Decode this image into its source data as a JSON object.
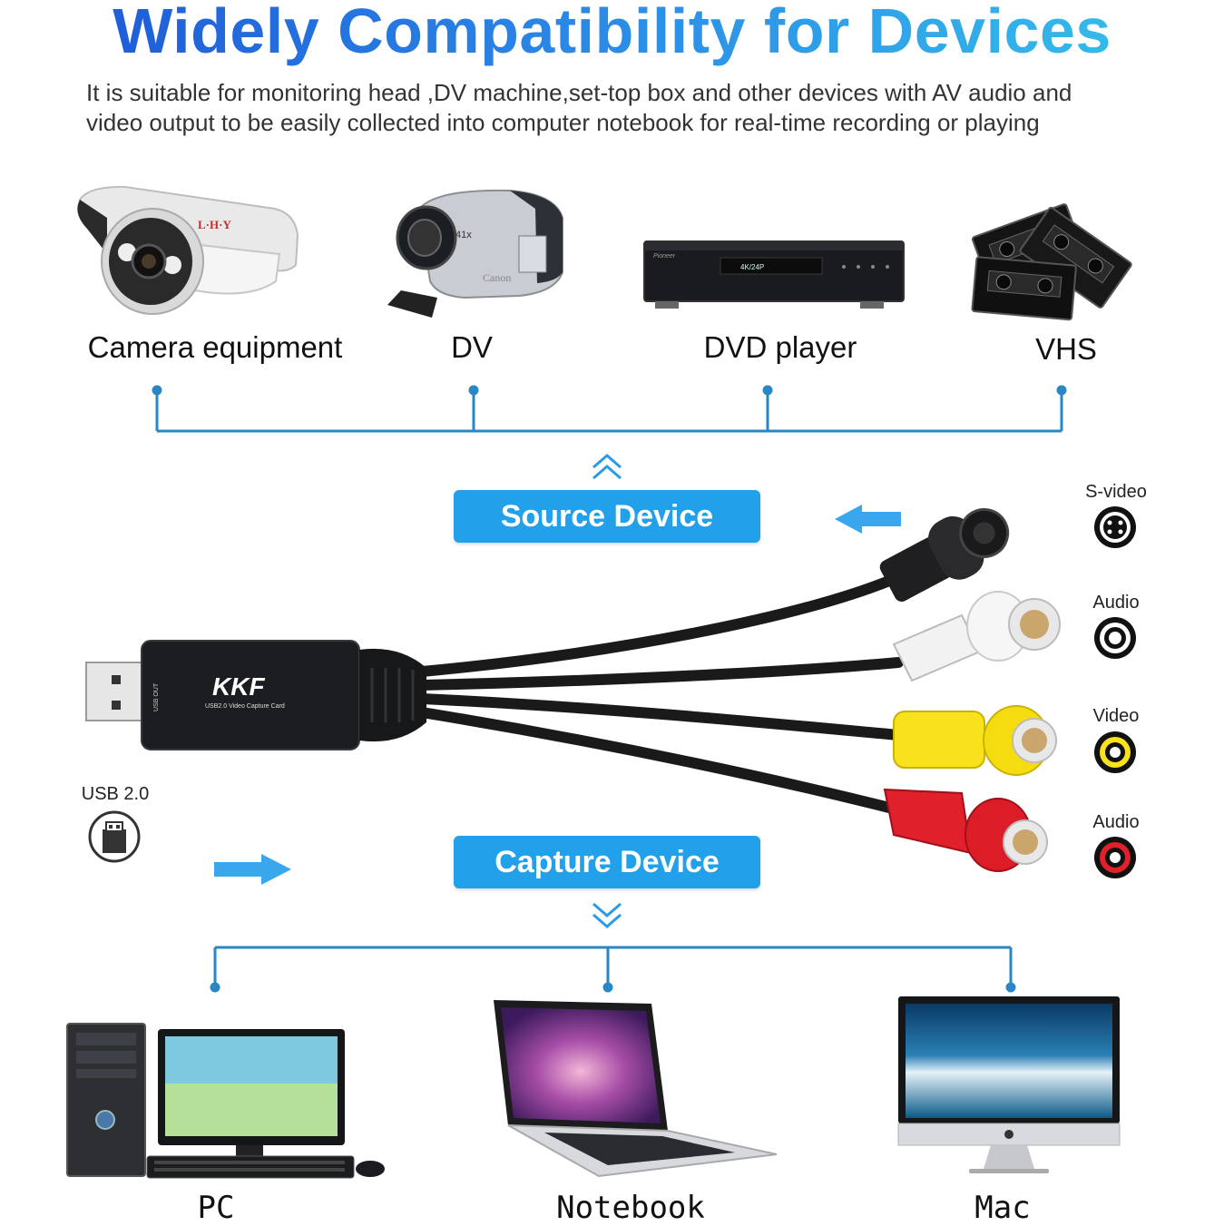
{
  "header": {
    "title": "Widely Compatibility for Devices",
    "subtitle_line1": "It is suitable for monitoring head ,DV machine,set-top box and other devices with AV audio and",
    "subtitle_line2": "video output to be easily collected into computer notebook for real-time recording or playing"
  },
  "source_devices": [
    {
      "label": "Camera equipment",
      "icon": "security-camera-icon"
    },
    {
      "label": "DV",
      "icon": "camcorder-icon"
    },
    {
      "label": "DVD player",
      "icon": "dvd-player-icon"
    },
    {
      "label": "VHS",
      "icon": "vhs-tapes-icon"
    }
  ],
  "buttons": {
    "source": "Source Device",
    "capture": "Capture Device"
  },
  "ports": [
    {
      "label": "S-video",
      "icon": "svideo-port-icon"
    },
    {
      "label": "Audio",
      "icon": "audio-white-port-icon"
    },
    {
      "label": "Video",
      "icon": "video-yellow-port-icon"
    },
    {
      "label": "Audio",
      "icon": "audio-red-port-icon"
    }
  ],
  "usb": {
    "label": "USB 2.0",
    "brand": "KKF",
    "product": "USB2.0 Video Capture Card",
    "side_text": "USB OUT"
  },
  "computers": [
    {
      "label": "PC",
      "icon": "desktop-pc-icon"
    },
    {
      "label": "Notebook",
      "icon": "laptop-icon"
    },
    {
      "label": "Mac",
      "icon": "imac-icon"
    }
  ],
  "device_marks": {
    "camera_brand": "L·H·Y",
    "camcorder_zoom": "41x",
    "camcorder_brand": "Canon",
    "dvd_brand": "Pioneer",
    "dvd_display": "4K/24P"
  },
  "colors": {
    "accent": "#22a0ea",
    "connector_line": "#2a87c6",
    "arrow": "#3aa6ee",
    "rca_white": "#f2f2f2",
    "rca_yellow": "#f7e21c",
    "rca_red": "#e0202a"
  }
}
